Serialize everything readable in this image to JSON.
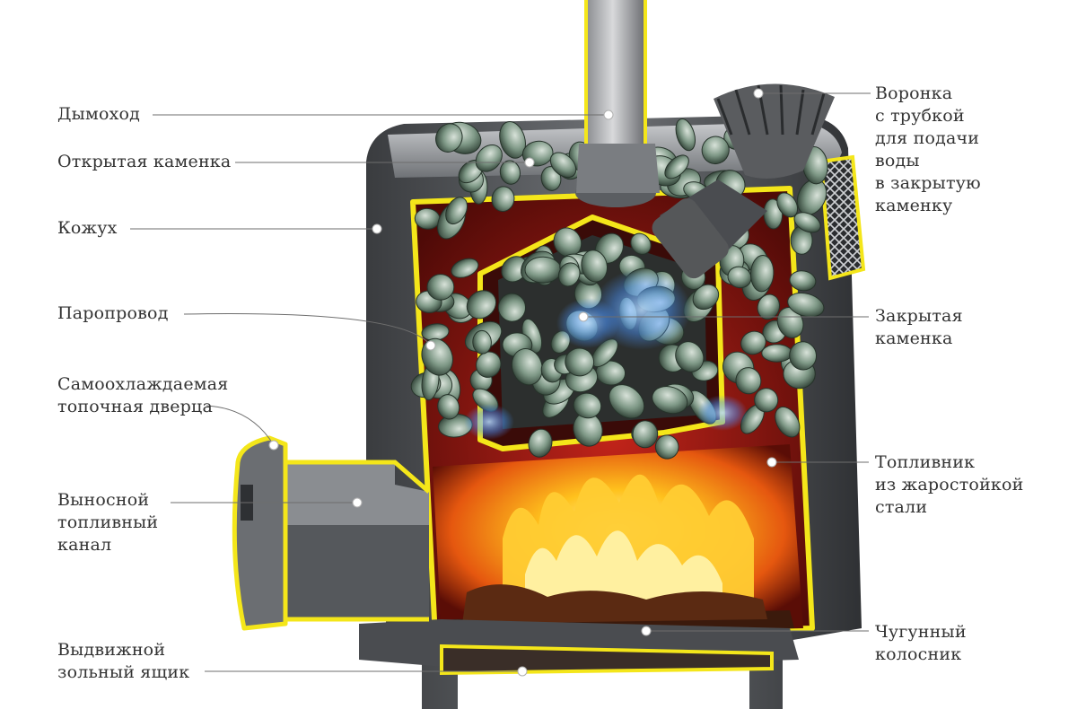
{
  "colors": {
    "steel_dark": "#3c3e41",
    "steel_mid": "#6b6e72",
    "steel_light": "#a9acb0",
    "cut_edge": "#f4e61a",
    "interior": "#8a1410",
    "fire_hot": "#ffd23a",
    "fire_orange": "#f07a12",
    "stone": "#6f8a78",
    "stone_light": "#c3d2c6",
    "steam": "#5aa7ff",
    "leader": "#6d6d6d",
    "text": "#333333"
  },
  "labels": {
    "chimney": "Дымоход",
    "open_heater": "Открытая каменка",
    "casing": "Кожух",
    "steam_pipe": "Паропровод",
    "door": "Самоохлаждаемая\nтопочная дверца",
    "fuel_channel": "Выносной\nтопливный\nканал",
    "ash_box": "Выдвижной\nзольный ящик",
    "funnel": "Воронка\nс трубкой\nдля подачи\nводы\nв закрытую\nкаменку",
    "closed_heater": "Закрытая\nкаменка",
    "firebox": "Топливник\nиз жаростойкой\nстали",
    "grate": "Чугунный\nколосник"
  }
}
